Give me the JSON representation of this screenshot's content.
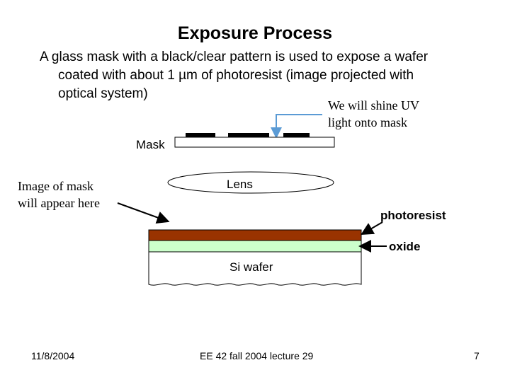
{
  "title": "Exposure Process",
  "paragraph": {
    "line1": "A glass mask with a black/clear pattern is used to expose a wafer",
    "line2": "coated with about 1 µm of photoresist (image projected with",
    "line3": "optical system)"
  },
  "uv_note": {
    "line1": "We will shine UV",
    "line2": "light onto mask"
  },
  "labels": {
    "mask": "Mask",
    "lens": "Lens",
    "photoresist": "photoresist",
    "oxide": "oxide",
    "si_wafer": "Si wafer"
  },
  "image_note": {
    "line1": "Image of mask",
    "line2": "will appear here"
  },
  "footer": {
    "date": "11/8/2004",
    "center": "EE 42 fall 2004 lecture 29",
    "page": "7"
  },
  "colors": {
    "photoresist": "#993300",
    "oxide": "#ccffcc",
    "uv_arrow": "#5b9bd5",
    "mask_pattern": "#000000",
    "background": "#ffffff"
  }
}
